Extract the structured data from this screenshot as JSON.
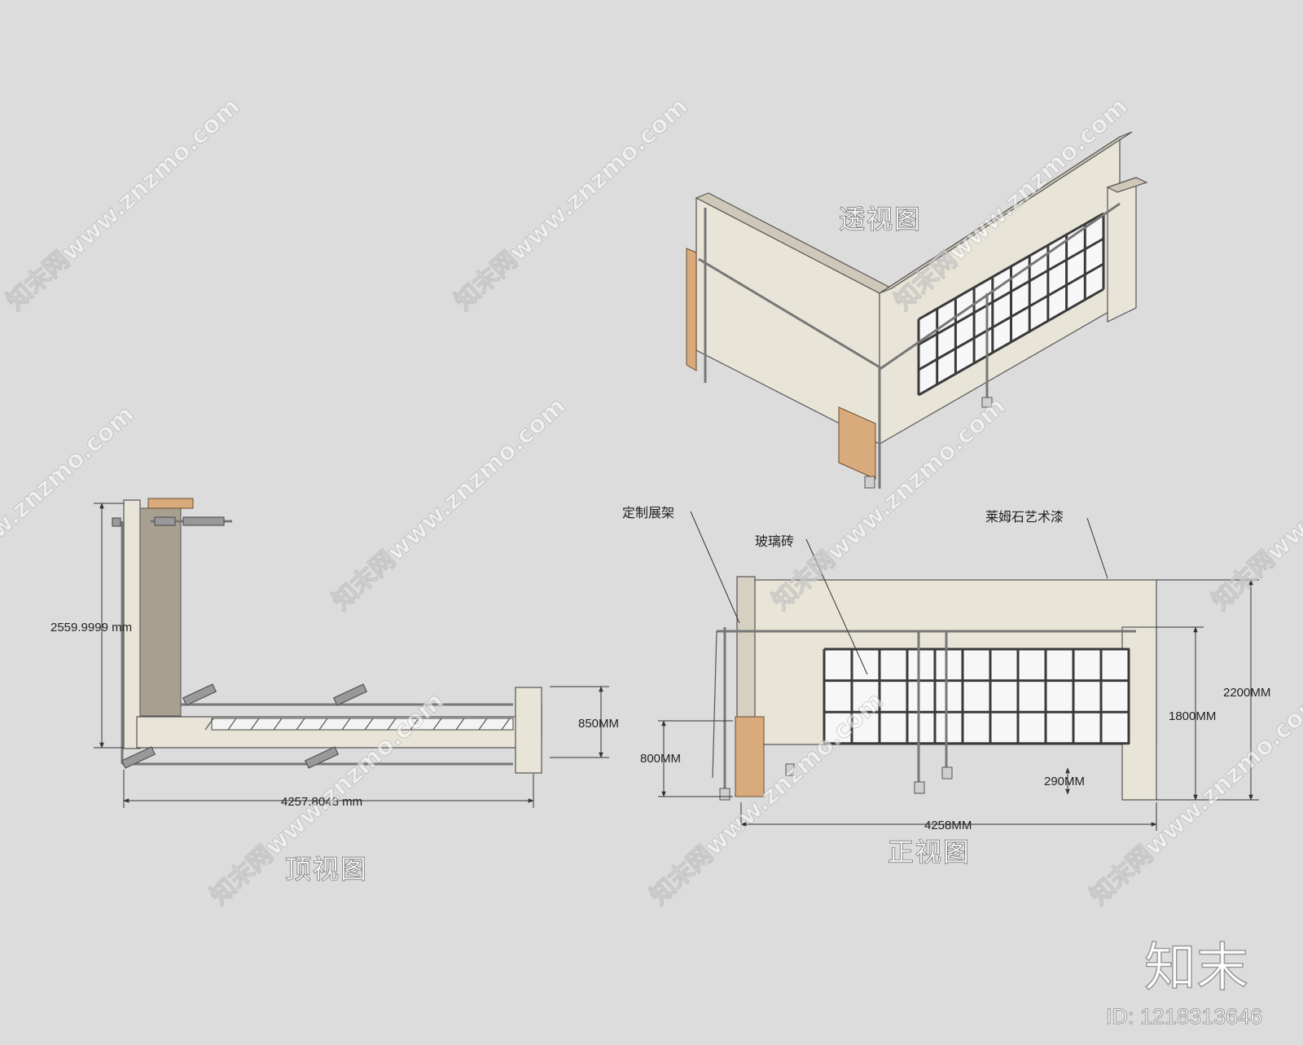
{
  "views": {
    "perspective": {
      "title": "透视图"
    },
    "top": {
      "title": "顶视图"
    },
    "front": {
      "title": "正视图"
    }
  },
  "annotations": {
    "custom_rack": "定制展架",
    "glass_brick": "玻璃砖",
    "limestone_paint": "莱姆石艺术漆"
  },
  "dimensions": {
    "top_height": "2559.9999 mm",
    "top_width": "4257.8048 mm",
    "top_850": "850MM",
    "front_2200": "2200MM",
    "front_1800": "1800MM",
    "front_800": "800MM",
    "front_290": "290MM",
    "front_width": "4258MM"
  },
  "watermark": {
    "text": "知末网www.znzmo.com",
    "brand": "知末",
    "id": "ID: 1218313646"
  },
  "colors": {
    "background": "#dcdcdc",
    "stone": "#e9e4d8",
    "wood": "#d9ab7c",
    "glass": "#f7f7f7"
  }
}
